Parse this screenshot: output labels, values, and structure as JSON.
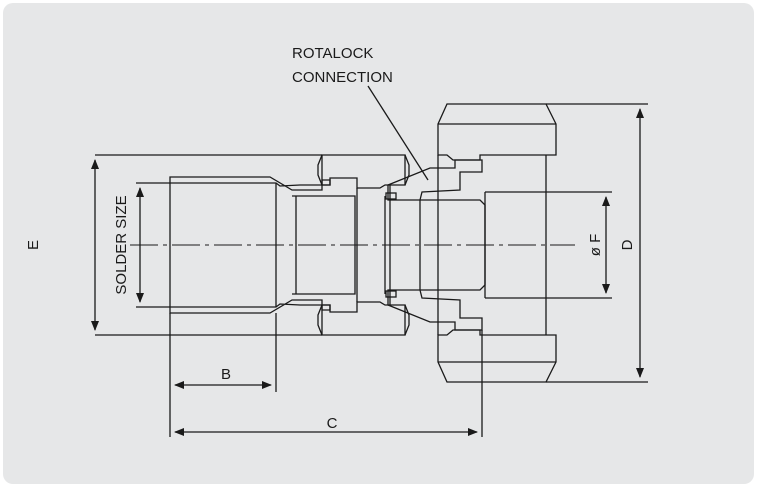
{
  "diagram": {
    "callout": {
      "line1": "ROTALOCK",
      "line2": "CONNECTION"
    },
    "dimensions": {
      "e": "E",
      "solder_size": "SOLDER SIZE",
      "b": "B",
      "c": "C",
      "f": "ø F",
      "d": "D"
    }
  }
}
